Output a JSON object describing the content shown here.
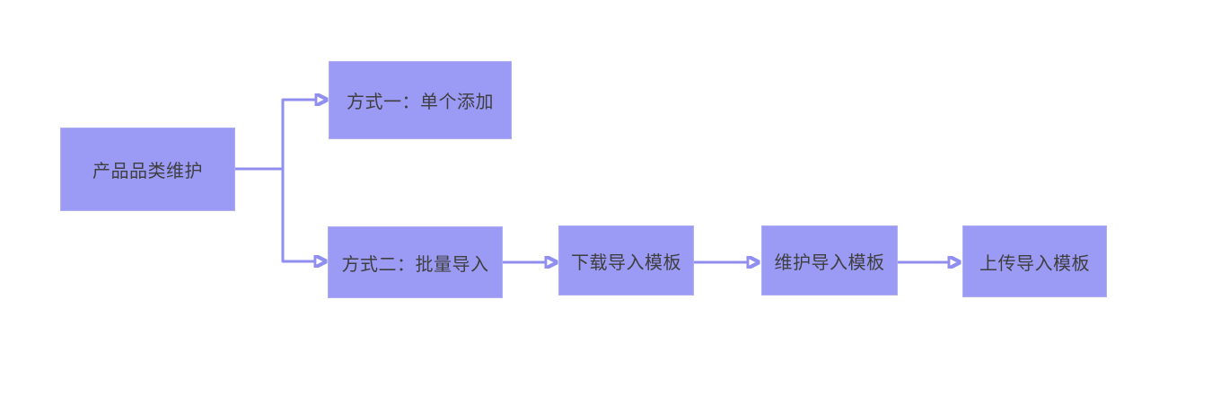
{
  "diagram": {
    "nodes": [
      {
        "id": "product-category-maintenance",
        "label": "产品品类维护"
      },
      {
        "id": "method-1-single-add",
        "label": "方式一：单个添加"
      },
      {
        "id": "method-2-batch-import",
        "label": "方式二：批量导入"
      },
      {
        "id": "download-import-template",
        "label": "下载导入模板"
      },
      {
        "id": "maintain-import-template",
        "label": "维护导入模板"
      },
      {
        "id": "upload-import-template",
        "label": "上传导入模板"
      }
    ],
    "edges": [
      {
        "from": "产品品类维护",
        "to": "方式一：单个添加"
      },
      {
        "from": "产品品类维护",
        "to": "方式二：批量导入"
      },
      {
        "from": "方式二：批量导入",
        "to": "下载导入模板"
      },
      {
        "from": "下载导入模板",
        "to": "维护导入模板"
      },
      {
        "from": "维护导入模板",
        "to": "上传导入模板"
      }
    ]
  },
  "colors": {
    "canvas-bg": "#ffffff",
    "node-fill": "#9b9af5",
    "node-border": "#aeadf2",
    "connector": "#908ff0",
    "node-text": "#3f3f3f"
  }
}
